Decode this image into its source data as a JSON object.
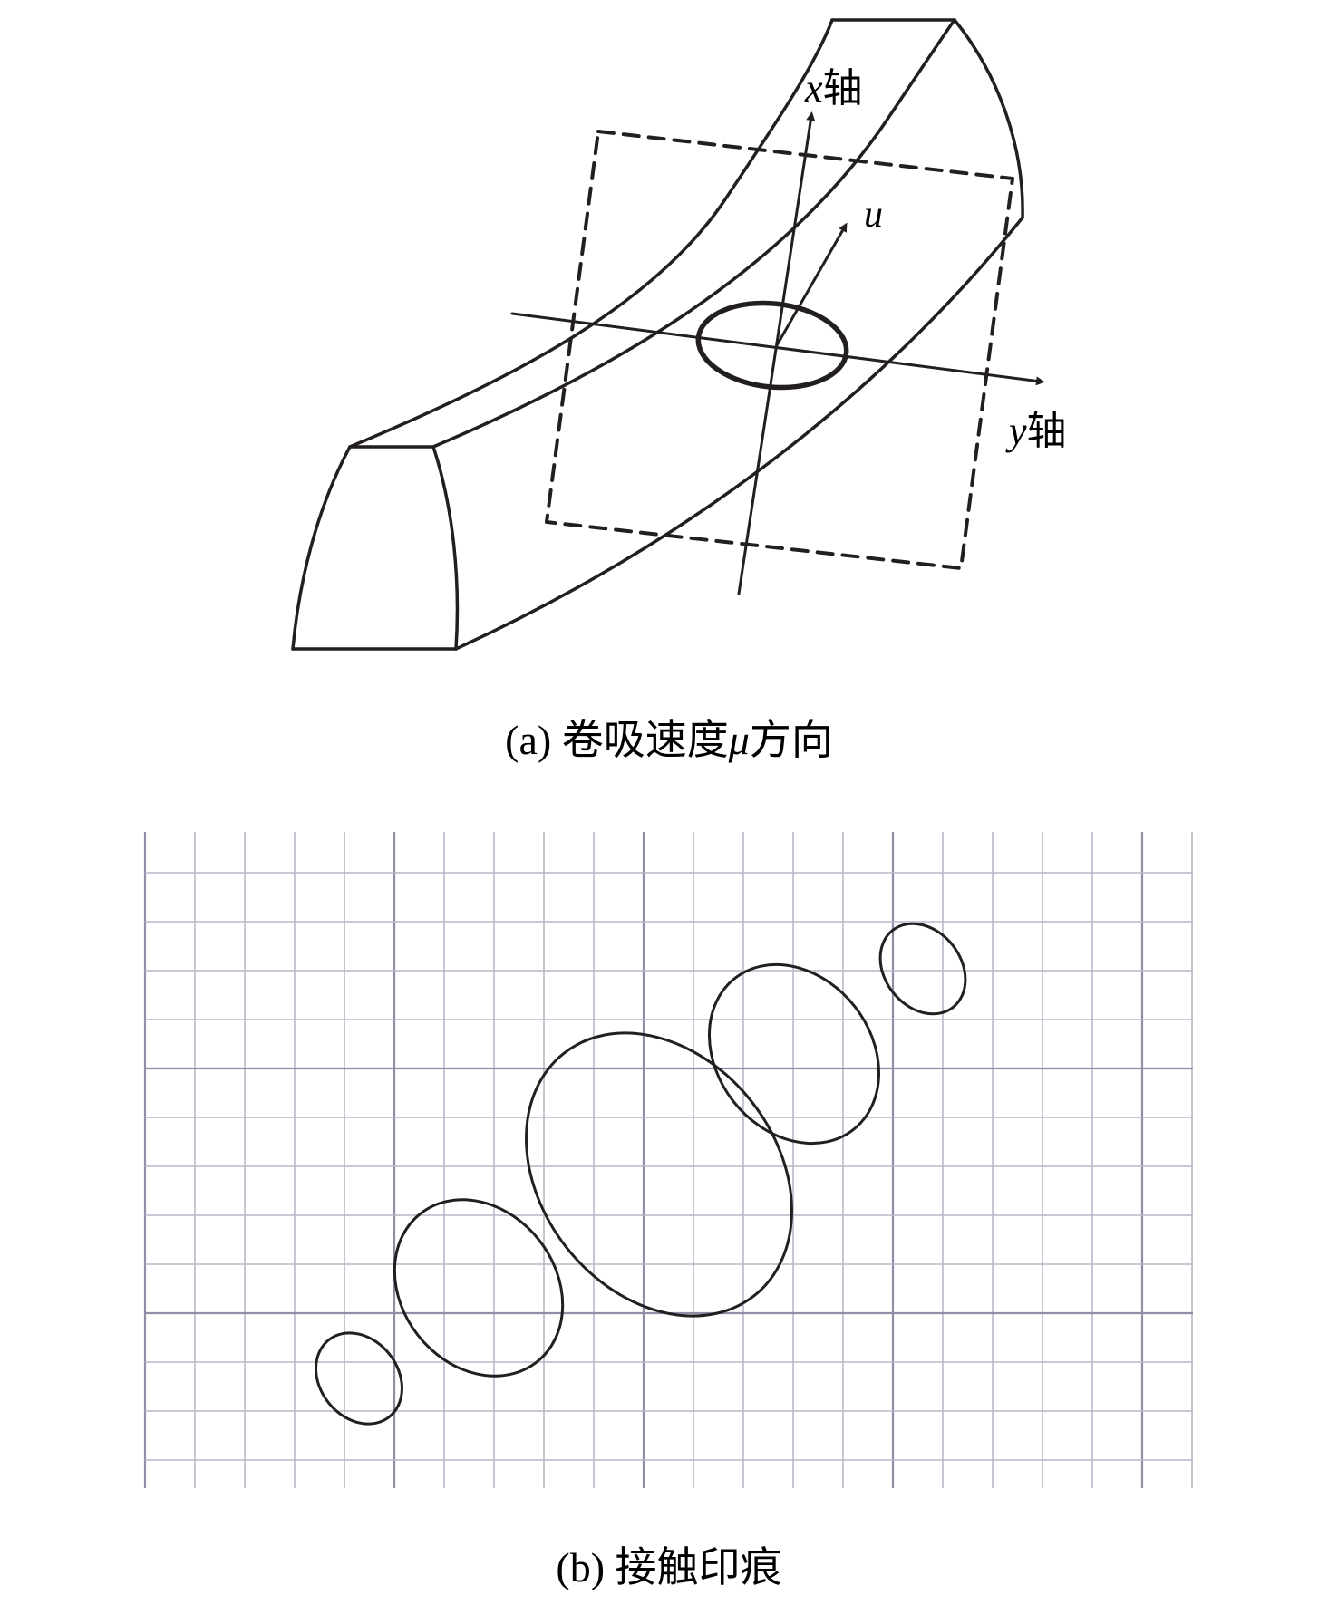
{
  "figure_a": {
    "x_axis_var": "x",
    "x_axis_suffix": "轴",
    "y_axis_var": "y",
    "y_axis_suffix": "轴",
    "velocity_label": "u",
    "caption_prefix": "(a) 卷吸速度",
    "caption_var": "μ",
    "caption_suffix": "方向"
  },
  "figure_b": {
    "caption": "(b) 接触印痕",
    "ellipse_count": 5
  },
  "colors": {
    "line": "#231f20",
    "grid_minor": "#b7b7c9",
    "grid_major": "#8e8ea6"
  }
}
